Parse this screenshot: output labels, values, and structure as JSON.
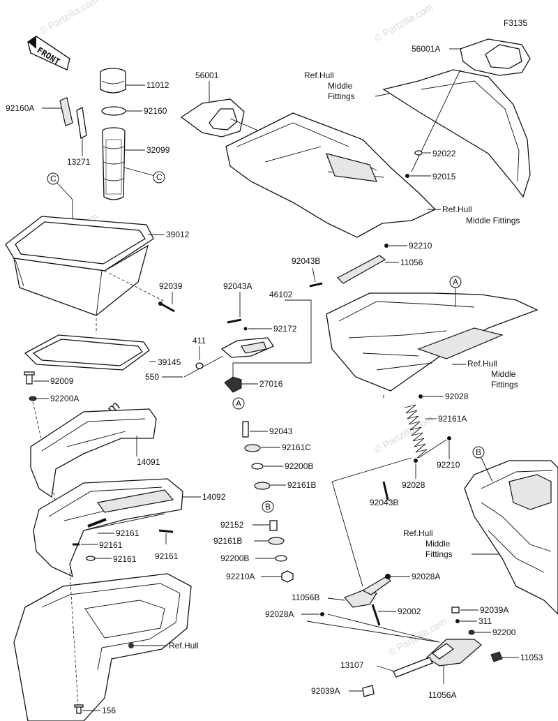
{
  "figure_code": "F3135",
  "front_arrow_label": "FRONT",
  "watermark": "© Partzilla.com",
  "callouts": {
    "11012": "11012",
    "92160": "92160",
    "92160A": "92160A",
    "13271": "13271",
    "32099": "32099",
    "C1": "C",
    "C2": "C",
    "39012": "39012",
    "92039": "92039",
    "39145": "39145",
    "92009": "92009",
    "92200A": "92200A",
    "14091": "14091",
    "14092": "14092",
    "92161_a": "92161",
    "92161_b": "92161",
    "92161_c": "92161",
    "92161_d": "92161",
    "156": "156",
    "ref_hull": "Ref.Hull",
    "56001": "56001",
    "56001A": "56001A",
    "ref_hmf_1_l1": "Ref.Hull",
    "ref_hmf_1_l2": "Middle",
    "ref_hmf_1_l3": "Fittings",
    "92022": "92022",
    "92015": "92015",
    "ref_hmf_2_l1": "Ref.Hull",
    "ref_hmf_2_l2": "Middle Fittings",
    "92210_a": "92210",
    "92043B_a": "92043B",
    "11056": "11056",
    "92043A": "92043A",
    "46102": "46102",
    "92172": "92172",
    "411": "411",
    "550": "550",
    "27016": "27016",
    "A1": "A",
    "A2": "A",
    "92043": "92043",
    "92161C": "92161C",
    "92200B_a": "92200B",
    "92161B_a": "92161B",
    "B1": "B",
    "B2": "B",
    "92152": "92152",
    "92161B_b": "92161B",
    "92200B_b": "92200B",
    "92210A": "92210A",
    "ref_hmf_3_l1": "Ref.Hull",
    "ref_hmf_3_l2": "Middle",
    "ref_hmf_3_l3": "Fittings",
    "92028_a": "92028",
    "92161A": "92161A",
    "92210_b": "92210",
    "92028_b": "92028",
    "92043B_b": "92043B",
    "ref_hmf_4_l1": "Ref.Hull",
    "ref_hmf_4_l2": "Middle",
    "ref_hmf_4_l3": "Fittings",
    "92028A_a": "92028A",
    "11056B": "11056B",
    "92002": "92002",
    "92028A_b": "92028A",
    "92039A_a": "92039A",
    "311": "311",
    "92200": "92200",
    "13107": "13107",
    "11053": "11053",
    "92039A_b": "92039A",
    "11056A": "11056A"
  }
}
